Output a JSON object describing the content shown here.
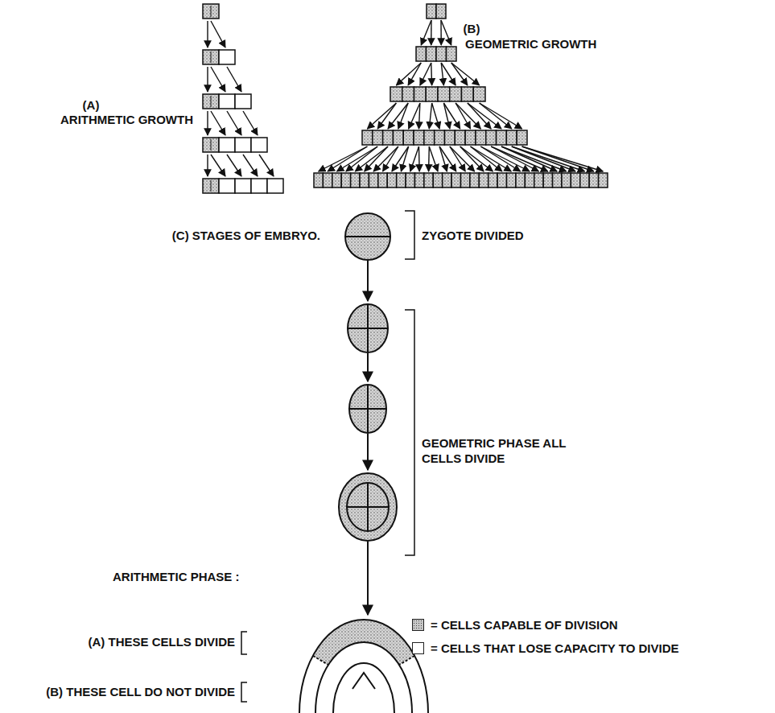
{
  "diagram": {
    "labels": [
      "(A)",
      "ARITHMETIC GROWTH",
      "(B)",
      "GEOMETRIC GROWTH",
      "(C) STAGES OF EMBRYO.",
      "ZYGOTE DIVIDED",
      "GEOMETRIC PHASE ALL CELLS DIVIDE",
      "ARITHMETIC PHASE :",
      "(A) THESE CELLS DIVIDE",
      "(B) THESE CELL DO NOT DIVIDE"
    ],
    "legend": [
      {
        "text": "= CELLS CAPABLE OF DIVISION",
        "color": "#c8c8c8"
      },
      {
        "text": "= CELLS THAT LOSE CAPACITY TO DIVIDE",
        "color": "#ffffff"
      }
    ]
  }
}
